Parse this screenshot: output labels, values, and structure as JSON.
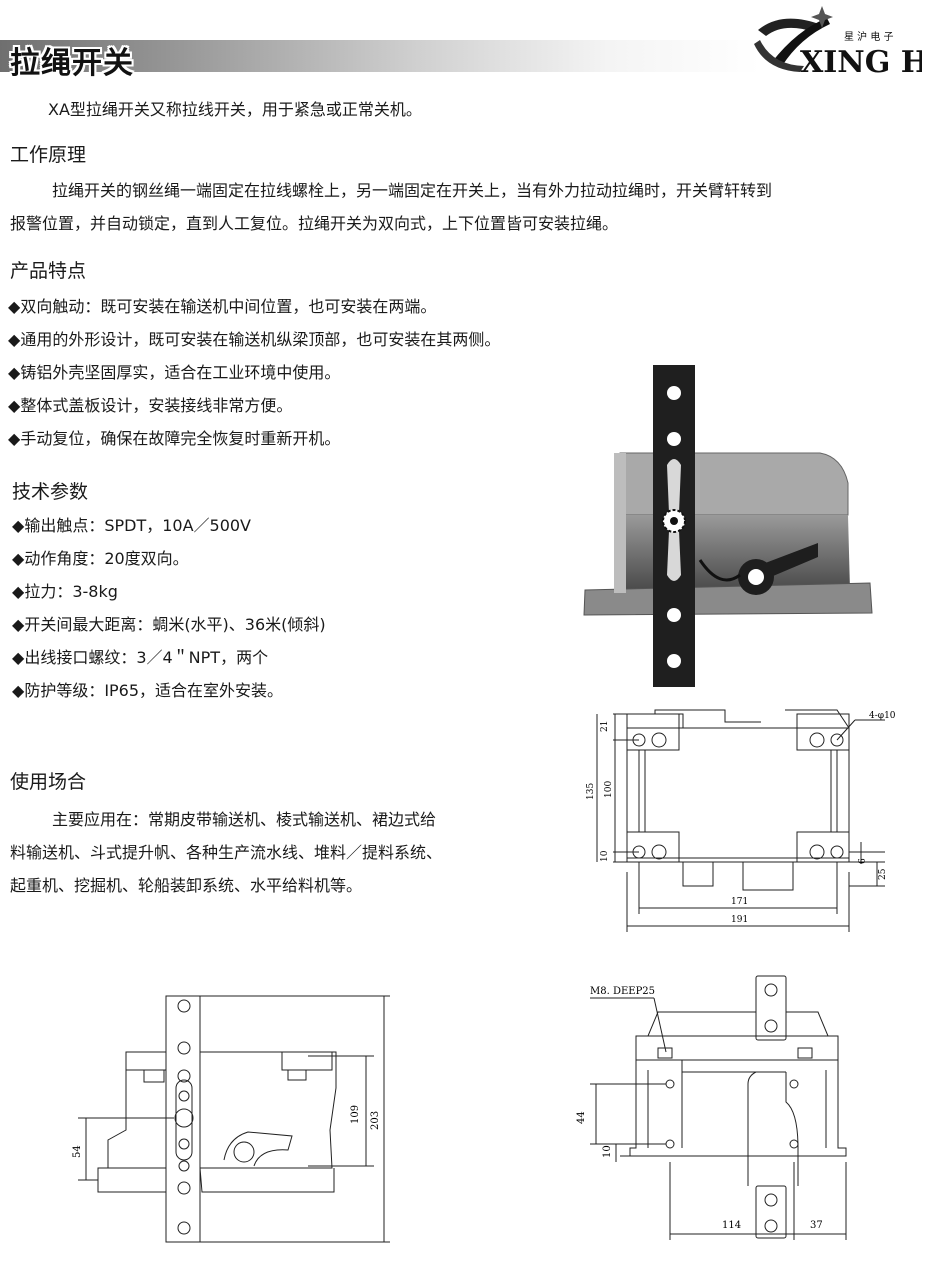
{
  "header": {
    "title": "拉绳开关",
    "logo_cn": "星 沪 电 子",
    "logo_en": "XING HU"
  },
  "intro": "XA型拉绳开关又称拉线开关，用于紧急或正常关机。",
  "principle": {
    "heading": "工作原理",
    "line1": "拉绳开关的钢丝绳一端固定在拉线螺栓上，另一端固定在开关上，当有外力拉动拉绳时，开关臂轩转到",
    "line2": "报警位置，并自动锁定，直到人工复位。拉绳开关为双向式，上下位置皆可安装拉绳。"
  },
  "features": {
    "heading": "产品特点",
    "items": [
      "双向触动：既可安装在输送机中间位置，也可安装在两端。",
      "通用的外形设计，既可安装在输送机纵梁顶部，也可安装在其两侧。",
      "铸铝外壳坚固厚实，适合在工业环境中使用。",
      "整体式盖板设计，安装接线非常方便。",
      "手动复位，确保在故障完全恢复时重新开机。"
    ]
  },
  "specs": {
    "heading": "技术参数",
    "items": [
      "输出触点：SPDT，10A／500V",
      "动作角度：20度双向。",
      "拉力：3-8kg",
      "开关间最大距离：蜩米(水平)、36米(倾斜)",
      "出线接口螺纹：3／4＂NPT，两个",
      "防护等级：IP65，适合在室外安装。"
    ]
  },
  "usage": {
    "heading": "使用场合",
    "line1": "主要应用在：常期皮带输送机、棱式输送机、裙边式给",
    "line2": "料输送机、斗式提升帆、各种生产流水线、堆料／提料系统、",
    "line3": "起重机、挖掘机、轮船装卸系统、水平给料机等。"
  },
  "drawings": {
    "top": {
      "hole_label": "4-φ10",
      "d21": "21",
      "d135": "135",
      "d100": "100",
      "d10": "10",
      "d6": "6",
      "d25": "25",
      "d171": "171",
      "d191": "191"
    },
    "left": {
      "d54": "54",
      "d109": "109",
      "d203": "203"
    },
    "right": {
      "thread_label": "M8. DEEP25",
      "d44": "44",
      "d10": "10",
      "d114": "114",
      "d37": "37"
    }
  }
}
